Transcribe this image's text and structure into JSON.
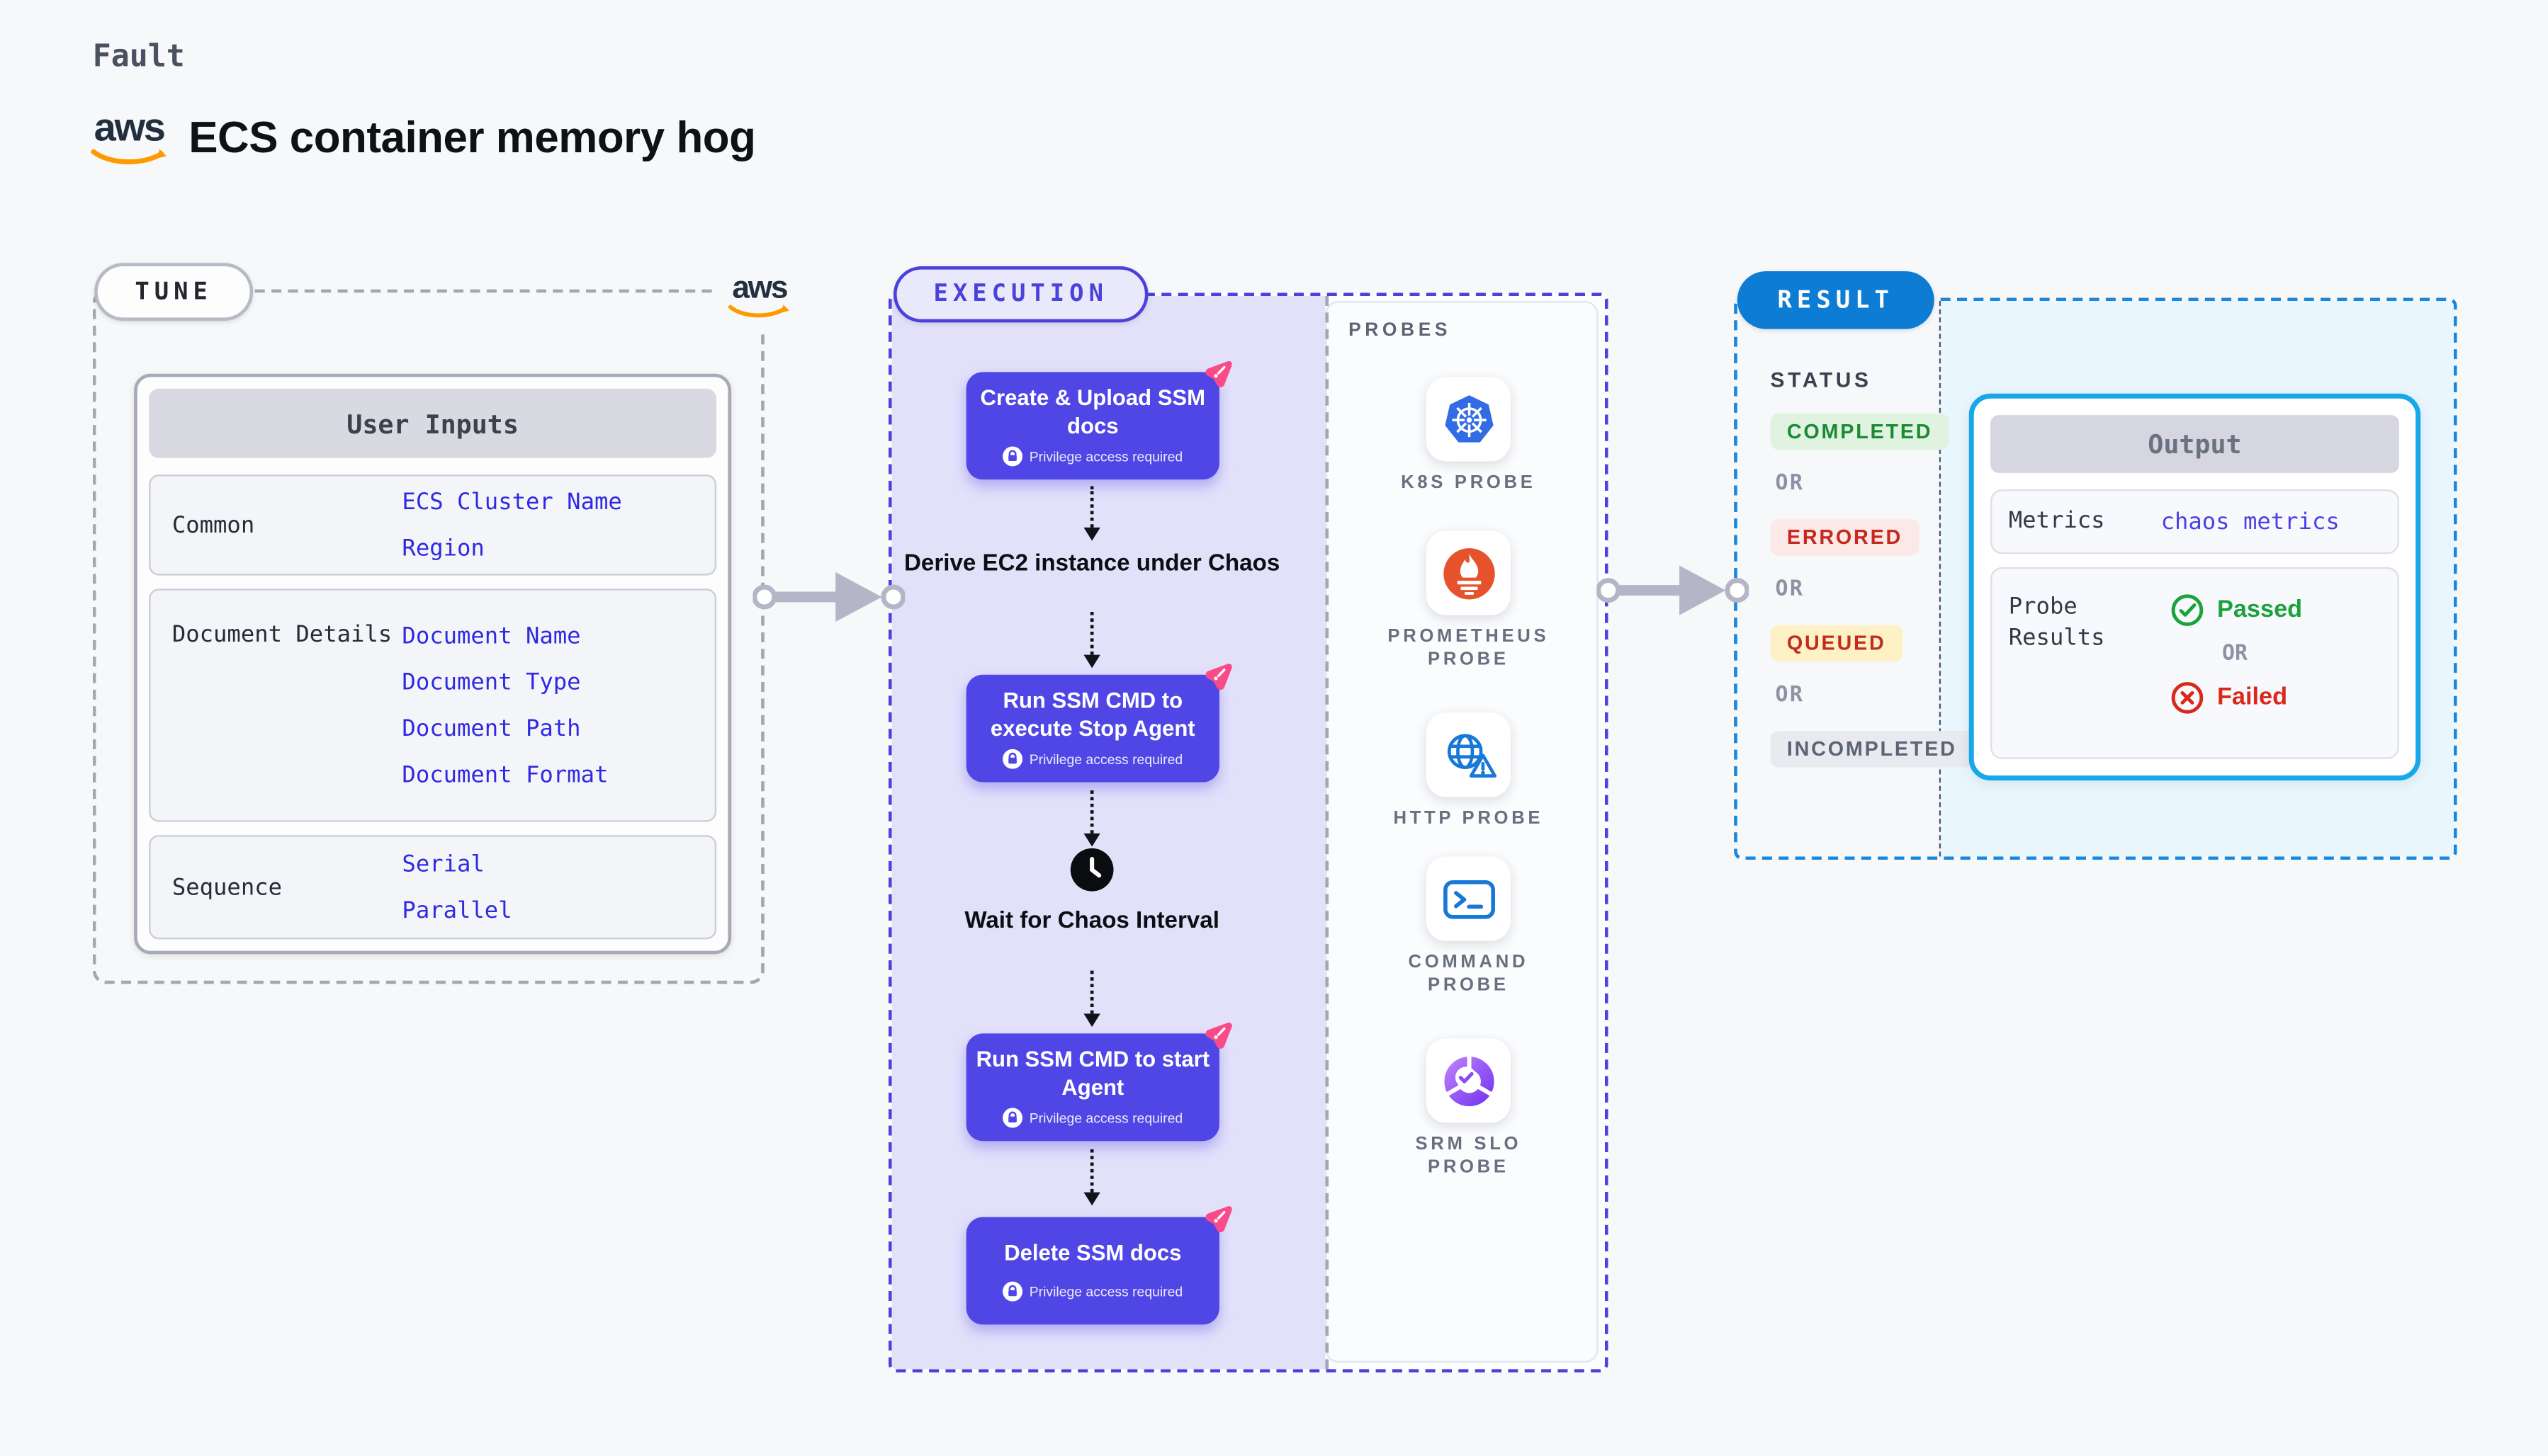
{
  "page": {
    "fault_label": "Fault",
    "title": "ECS container memory hog"
  },
  "logos": {
    "aws_text": "aws",
    "aws_navy": "#232f3e",
    "aws_orange": "#ff9900"
  },
  "tune": {
    "badge": "TUNE",
    "table": {
      "header": "User Inputs",
      "rows": [
        {
          "label": "Common",
          "values": [
            "ECS Cluster Name",
            "Region"
          ]
        },
        {
          "label": "Document Details",
          "values": [
            "Document Name",
            "Document Type",
            "Document Path",
            "Document Format"
          ]
        },
        {
          "label": "Sequence",
          "values": [
            "Serial",
            "Parallel"
          ]
        }
      ]
    }
  },
  "execution": {
    "badge": "EXECUTION",
    "steps": [
      {
        "type": "box",
        "title": "Create & Upload SSM docs",
        "note": "Privilege access required",
        "icon": "lock-icon"
      },
      {
        "type": "text",
        "title": "Derive EC2 instance under Chaos"
      },
      {
        "type": "box",
        "title": "Run SSM CMD to execute Stop Agent",
        "note": "Privilege access required",
        "icon": "lock-icon"
      },
      {
        "type": "wait",
        "title": "Wait for Chaos Interval",
        "icon": "clock-icon"
      },
      {
        "type": "box",
        "title": "Run SSM CMD to start Agent",
        "note": "Privilege access required",
        "icon": "lock-icon"
      },
      {
        "type": "box",
        "title": "Delete SSM docs",
        "note": "Privilege access required",
        "icon": "lock-icon"
      }
    ],
    "probes_label": "PROBES",
    "probes": [
      {
        "label": "K8S PROBE",
        "icon": "kubernetes-icon"
      },
      {
        "label": "PROMETHEUS PROBE",
        "icon": "prometheus-icon"
      },
      {
        "label": "HTTP PROBE",
        "icon": "http-globe-warning-icon"
      },
      {
        "label": "COMMAND PROBE",
        "icon": "terminal-icon"
      },
      {
        "label": "SRM SLO PROBE",
        "icon": "slo-donut-check-icon"
      }
    ]
  },
  "result": {
    "badge": "RESULT",
    "status_label": "STATUS",
    "or_label": "OR",
    "statuses": [
      {
        "label": "COMPLETED",
        "text_color": "#1b8a33",
        "bg_color": "#dff3e0"
      },
      {
        "label": "ERRORED",
        "text_color": "#c7271c",
        "bg_color": "#fbe9e8"
      },
      {
        "label": "QUEUED",
        "text_color": "#c22d20",
        "bg_color": "#fdf1c5"
      },
      {
        "label": "INCOMPLETED",
        "text_color": "#5c6474",
        "bg_color": "#e8eaf0"
      }
    ],
    "output": {
      "header": "Output",
      "metrics_label": "Metrics",
      "metrics_value": "chaos metrics",
      "probe_results_label": "Probe Results",
      "passed_label": "Passed",
      "or_label": "OR",
      "failed_label": "Failed"
    }
  },
  "colors": {
    "page_bg": "#f7f8fa",
    "accent_indigo": "#4f46e5",
    "execution_lavender": "#e3e1fa",
    "value_blue": "#2f2ae0",
    "arrow_gray": "#b4b6c7",
    "result_blue": "#0d7cd4",
    "result_border_blue": "#1b87dc",
    "output_border_cyan": "#17a8ea",
    "pink_badge": "#fa4a87",
    "kubernetes_blue": "#326ce5",
    "prometheus_orange": "#e6522c",
    "probe_icon_blue": "#1878d8",
    "slo_purple": "#8b4df2",
    "passed_green": "#1aa23b",
    "failed_red": "#da281b"
  }
}
